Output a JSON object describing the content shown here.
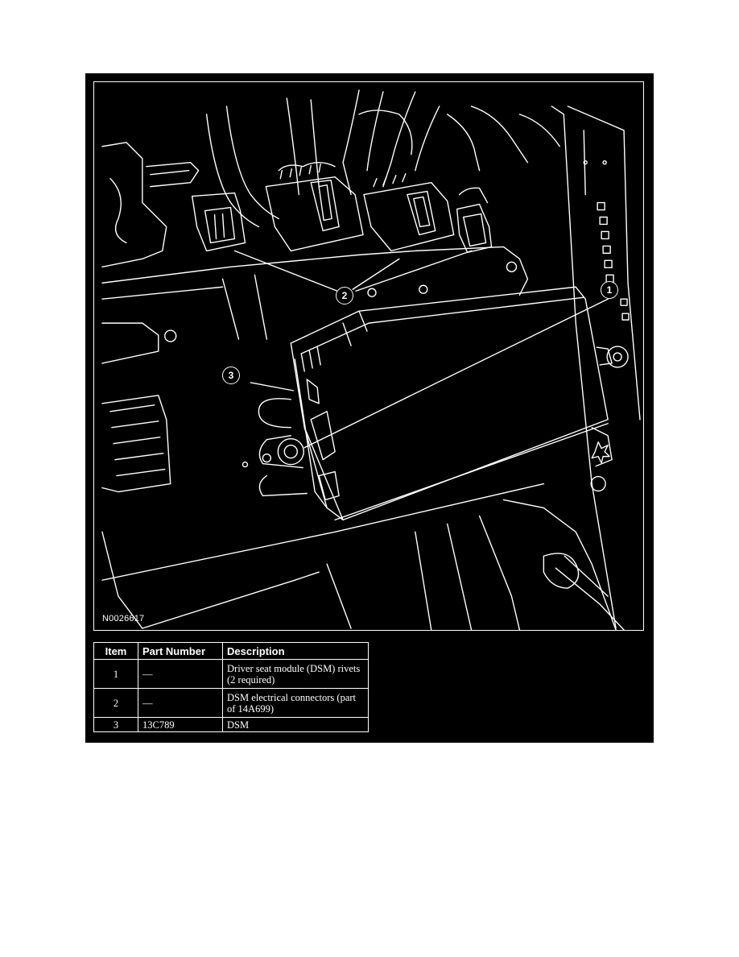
{
  "figure": {
    "id_label": "N0026617",
    "callouts": [
      "1",
      "2",
      "3"
    ]
  },
  "table": {
    "headers": {
      "item": "Item",
      "part_number": "Part Number",
      "description": "Description"
    },
    "rows": [
      {
        "item": "1",
        "part_number": "—",
        "description": "Driver seat module (DSM) rivets (2 required)"
      },
      {
        "item": "2",
        "part_number": "—",
        "description": "DSM electrical connectors (part of 14A699)"
      },
      {
        "item": "3",
        "part_number": "13C789",
        "description": "DSM"
      }
    ]
  },
  "colors": {
    "background": "#000000",
    "line": "#ffffff",
    "page": "#ffffff"
  }
}
